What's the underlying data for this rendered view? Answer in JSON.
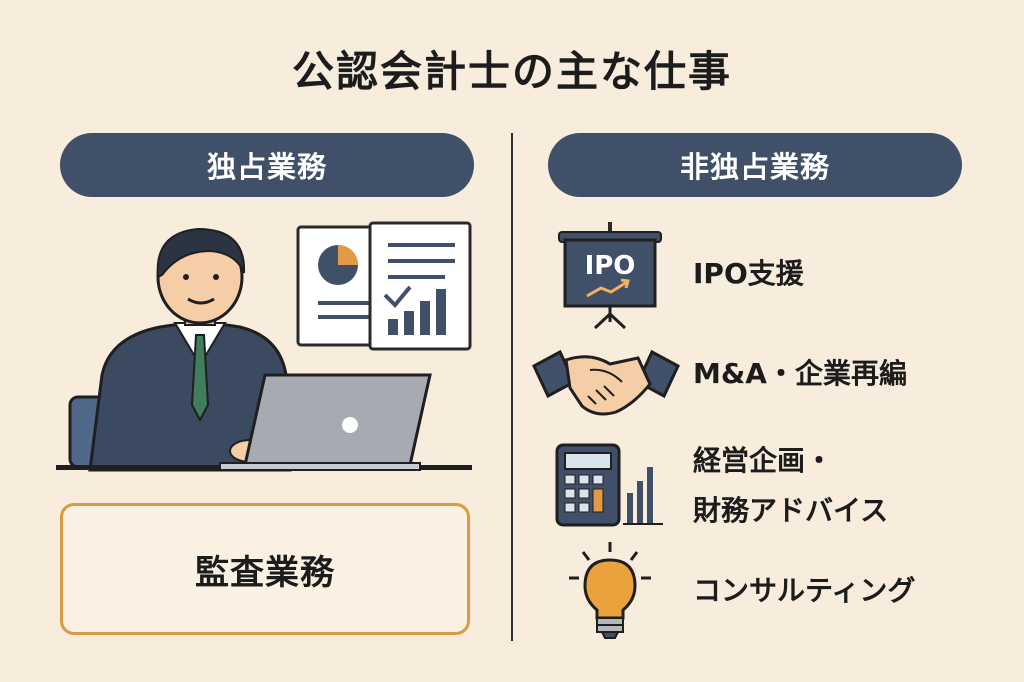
{
  "title": "公認会計士の主な仕事",
  "left": {
    "header": "独占業務",
    "box_label": "監査業務"
  },
  "right": {
    "header": "非独占業務",
    "items": [
      {
        "label": "IPO支援",
        "icon": "presentation-board-icon",
        "board_text": "IPO"
      },
      {
        "label": "M&A・企業再編",
        "icon": "handshake-icon"
      },
      {
        "label_line1": "経営企画・",
        "label_line2": "財務アドバイス",
        "icon": "calculator-chart-icon"
      },
      {
        "label": "コンサルティング",
        "icon": "lightbulb-icon"
      }
    ]
  },
  "colors": {
    "background": "#f8ecdc",
    "navy": "#3f5068",
    "accent_orange": "#d99b43",
    "tie_green": "#3f7d5d"
  }
}
